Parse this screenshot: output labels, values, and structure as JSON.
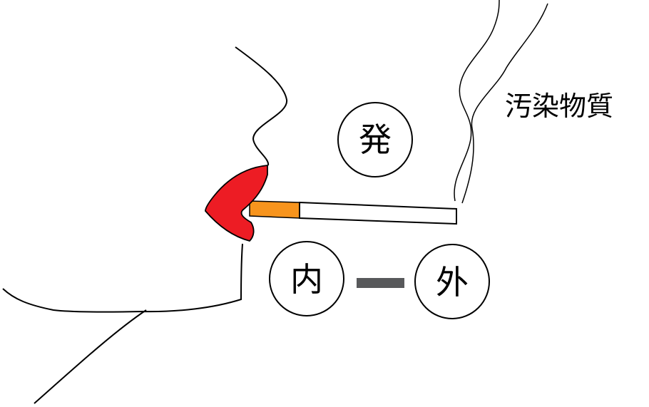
{
  "labels": {
    "pollutant": "汚染物質",
    "origin": "発",
    "inside": "内",
    "outside": "外"
  },
  "colors": {
    "lips": "#ed1c24",
    "filter": "#f7941d",
    "connector": "#58595b",
    "line": "#000000"
  }
}
